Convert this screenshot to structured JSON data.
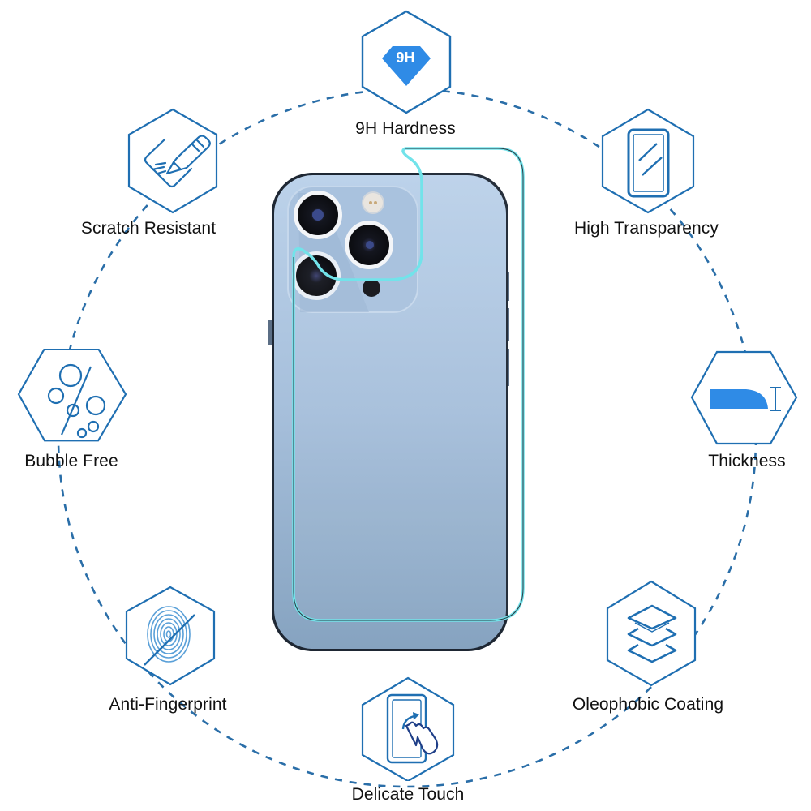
{
  "colors": {
    "accent": "#1f6fb2",
    "accent_fill": "#2f8be6",
    "dashes": "#2a6ea8",
    "phone_body_top": "#b7cde6",
    "phone_body_bottom": "#8aa6c2",
    "protector_outline": "#6fe6ec",
    "text": "#111111"
  },
  "features": [
    {
      "id": "9h-hardness",
      "label": "9H Hardness",
      "icon": "diamond-9h-icon",
      "badge": "9H"
    },
    {
      "id": "scratch-resistant",
      "label": "Scratch Resistant",
      "icon": "scratch-tool-icon"
    },
    {
      "id": "high-transparency",
      "label": "High Transparency",
      "icon": "glass-panel-icon"
    },
    {
      "id": "bubble-free",
      "label": "Bubble Free",
      "icon": "bubbles-slash-icon"
    },
    {
      "id": "thickness",
      "label": "Thickness",
      "icon": "thickness-edge-icon"
    },
    {
      "id": "anti-fingerprint",
      "label": "Anti-Fingerprint",
      "icon": "fingerprint-slash-icon"
    },
    {
      "id": "delicate-touch",
      "label": "Delicate Touch",
      "icon": "touch-swipe-icon"
    },
    {
      "id": "oleophobic-coating",
      "label": "Oleophobic Coating",
      "icon": "layers-icon"
    }
  ]
}
